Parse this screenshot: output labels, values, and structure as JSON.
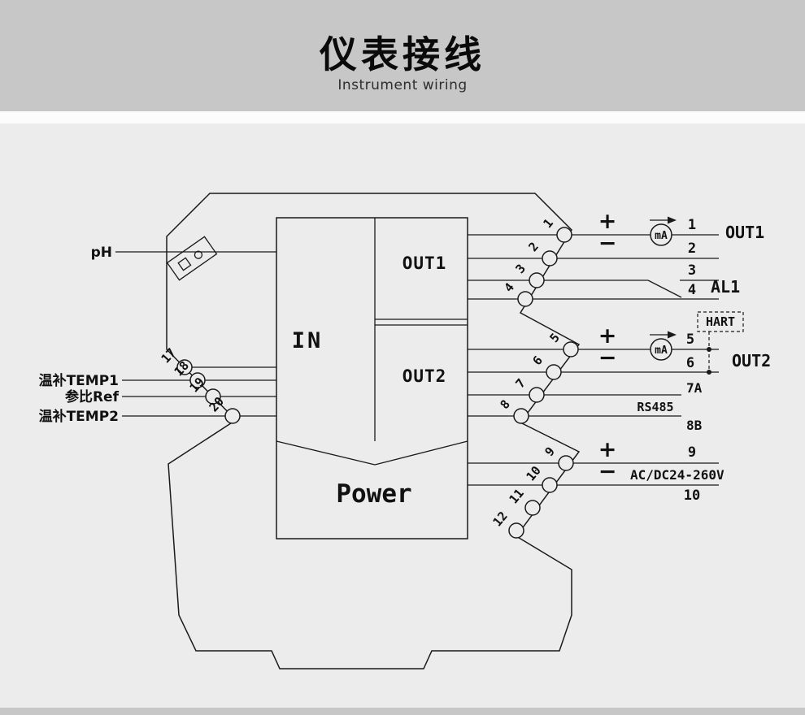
{
  "header": {
    "title": "仪表接线",
    "subtitle": "Instrument wiring"
  },
  "colors": {
    "header_band": "#c7c7c7",
    "background": "#ececec",
    "line": "#1a1a1a"
  },
  "module": {
    "in": "IN",
    "out1": "OUT1",
    "out2": "OUT2",
    "power": "Power"
  },
  "left_labels": {
    "ph": "pH",
    "temp1": "温补TEMP1",
    "ref": "参比Ref",
    "temp2": "温补TEMP2"
  },
  "terminals": {
    "g1": [
      "1",
      "2",
      "3",
      "4"
    ],
    "g2": [
      "5",
      "6",
      "7",
      "8"
    ],
    "g3": [
      "9",
      "10",
      "11",
      "12"
    ],
    "left": [
      "17",
      "18",
      "19",
      "20"
    ]
  },
  "right_panel": {
    "out1": {
      "plus": "+",
      "minus": "−",
      "meter": "mA",
      "t1": "1",
      "t2": "2",
      "label": "OUT1"
    },
    "al1": {
      "t1": "3",
      "t2": "4",
      "label": "AL1"
    },
    "hart": {
      "label": "HART"
    },
    "out2": {
      "plus": "+",
      "minus": "−",
      "meter": "mA",
      "t1": "5",
      "t2": "6",
      "label": "OUT2"
    },
    "rs485": {
      "t1": "7A",
      "t2": "8B",
      "label": "RS485"
    },
    "power": {
      "plus": "+",
      "minus": "−",
      "t1": "9",
      "t2": "10",
      "label": "AC/DC24-260V"
    }
  }
}
